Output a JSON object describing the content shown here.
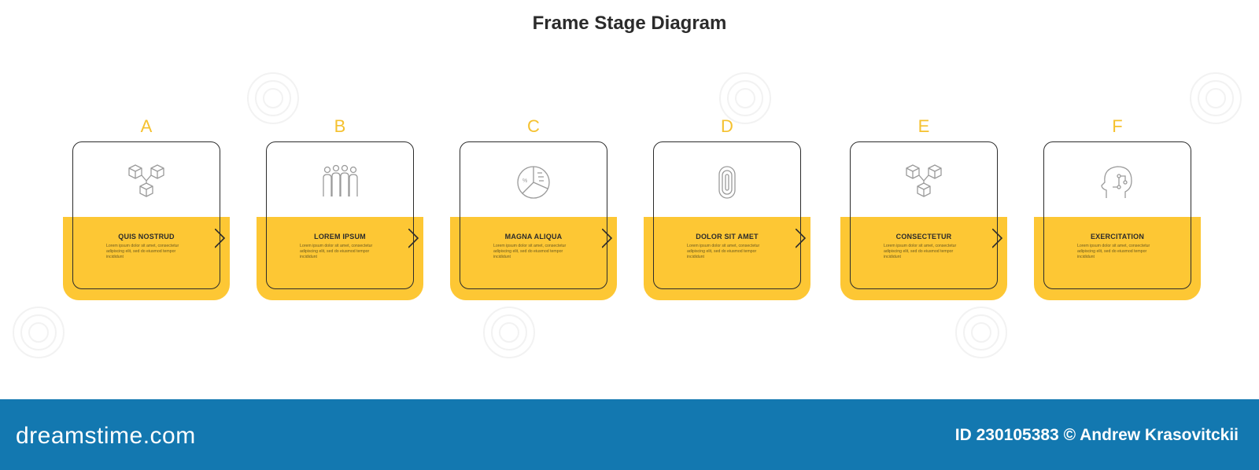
{
  "title": "Frame Stage Diagram",
  "stages": [
    {
      "letter": "A",
      "heading": "QUIS NOSTRUD",
      "text": "Lorem ipsum dolor sit amet, consectetur adipiscing elit, sed do eiusmod tempor incididunt",
      "icon": "cubes-network-icon"
    },
    {
      "letter": "B",
      "heading": "LOREM IPSUM",
      "text": "Lorem ipsum dolor sit amet, consectetur adipiscing elit, sed do eiusmod tempor incididunt",
      "icon": "people-group-icon"
    },
    {
      "letter": "C",
      "heading": "MAGNA ALIQUA",
      "text": "Lorem ipsum dolor sit amet, consectetur adipiscing elit, sed do eiusmod tempor incididunt",
      "icon": "pie-chart-icon"
    },
    {
      "letter": "D",
      "heading": "DOLOR SIT AMET",
      "text": "Lorem ipsum dolor sit amet, consectetur adipiscing elit, sed do eiusmod tempor incididunt",
      "icon": "fingerprint-icon"
    },
    {
      "letter": "E",
      "heading": "CONSECTETUR",
      "text": "Lorem ipsum dolor sit amet, consectetur adipiscing elit, sed do eiusmod tempor incididunt",
      "icon": "cubes-network-icon"
    },
    {
      "letter": "F",
      "heading": "EXERCITATION",
      "text": "Lorem ipsum dolor sit amet, consectetur adipiscing elit, sed do eiusmod tempor incididunt",
      "icon": "ai-head-icon"
    }
  ],
  "footer": {
    "logo": "dreamstime.com",
    "credit": "ID 230105383 © Andrew Krasovitckii"
  },
  "colors": {
    "accent": "#fdc734",
    "letter": "#f5c12f",
    "outline": "#2b2b2b",
    "footer": "#1378b0"
  }
}
